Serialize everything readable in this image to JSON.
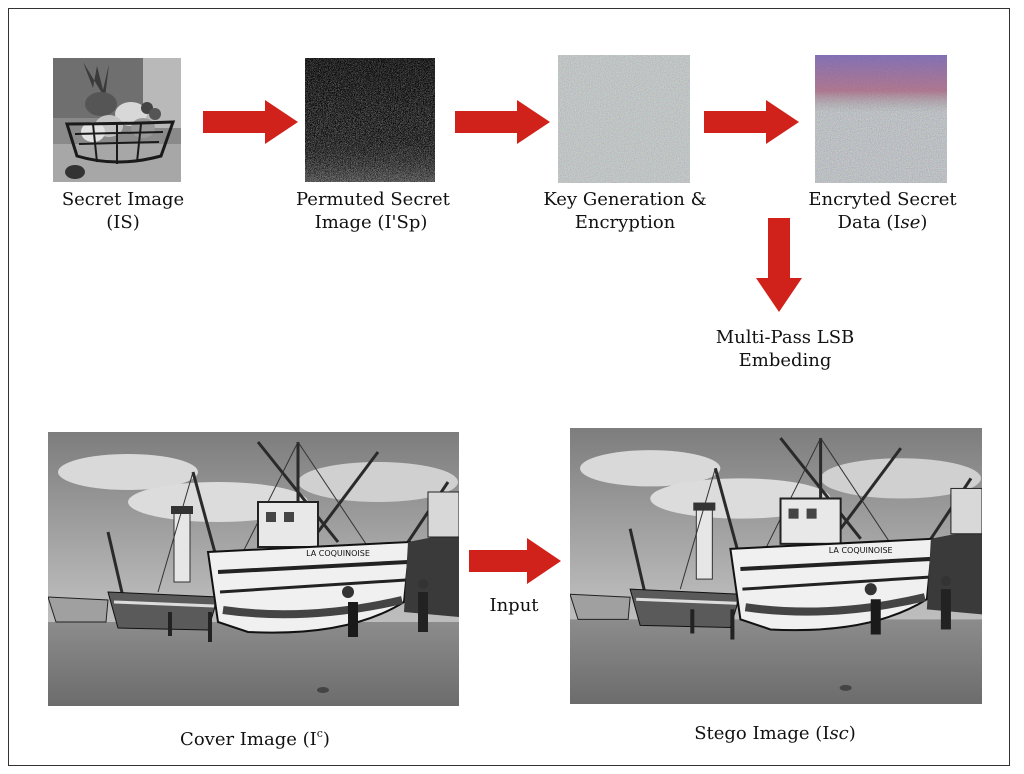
{
  "colors": {
    "arrow": "#d0211b",
    "frame": "#333333"
  },
  "nodes": {
    "secret_image": {
      "line1": "Secret Image",
      "line2": "(IS)"
    },
    "permuted_image": {
      "line1": "Permuted Secret",
      "line2": "Image (I'Sp)"
    },
    "key_generation": {
      "line1": "Key Generation &",
      "line2": "Encryption"
    },
    "encrypted_data": {
      "line1": "Encryted Secret",
      "line2_prefix": "Data (I",
      "line2_italic": "se",
      "line2_suffix": ")"
    },
    "lsb_embedding": {
      "line1": "Multi-Pass LSB",
      "line2": "Embeding"
    },
    "cover_image": {
      "prefix": "Cover Image (I",
      "sup": "c",
      "suffix": ")"
    },
    "stego_image": {
      "prefix": "Stego Image (I",
      "italic": "sc",
      "suffix": ")"
    }
  },
  "edges": {
    "input_label": "Input"
  },
  "photo_text": {
    "boat_name": "LA COQUINOISE"
  }
}
